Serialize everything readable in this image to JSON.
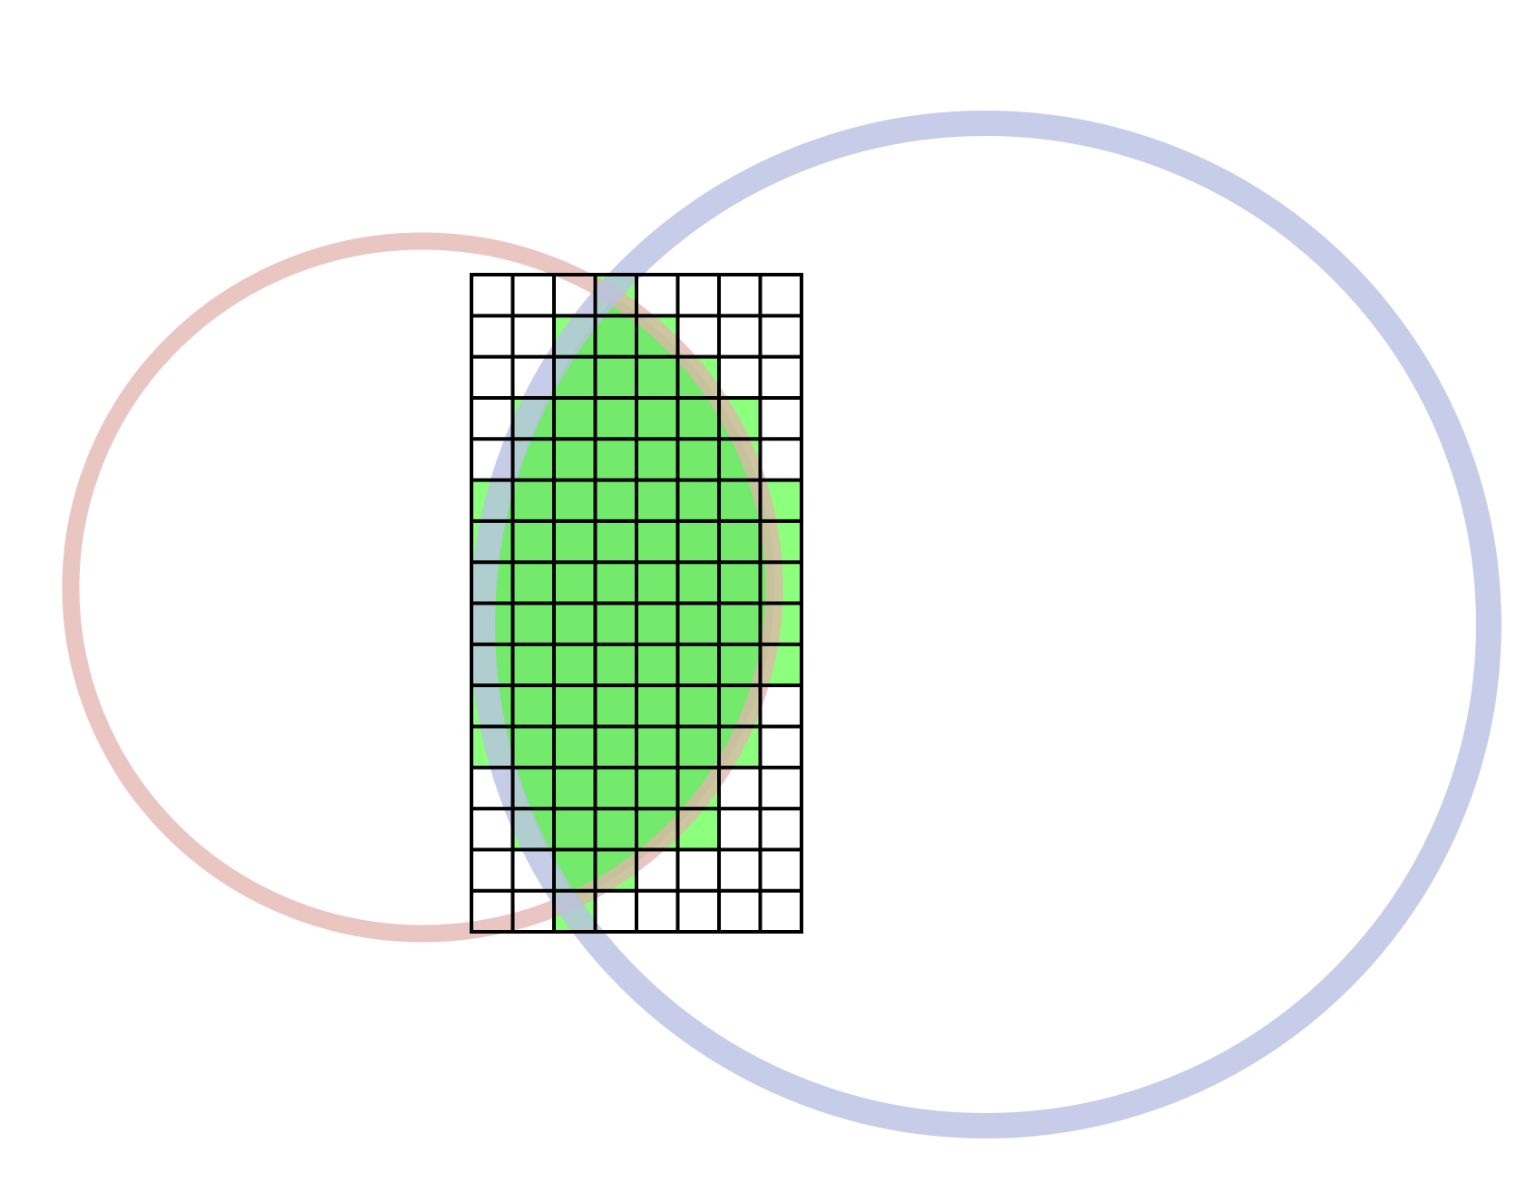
{
  "diagram": {
    "grid": {
      "columns": 8,
      "rows": 16,
      "filled_cells_per_row": [
        [
          3
        ],
        [
          2,
          3,
          4
        ],
        [
          2,
          3,
          4,
          5
        ],
        [
          1,
          2,
          3,
          4,
          5,
          6
        ],
        [
          1,
          2,
          3,
          4,
          5,
          6
        ],
        [
          0,
          1,
          2,
          3,
          4,
          5,
          6,
          7
        ],
        [
          0,
          1,
          2,
          3,
          4,
          5,
          6,
          7
        ],
        [
          0,
          1,
          2,
          3,
          4,
          5,
          6,
          7
        ],
        [
          0,
          1,
          2,
          3,
          4,
          5,
          6,
          7
        ],
        [
          0,
          1,
          2,
          3,
          4,
          5,
          6,
          7
        ],
        [
          0,
          1,
          2,
          3,
          4,
          5,
          6
        ],
        [
          0,
          1,
          2,
          3,
          4,
          5,
          6
        ],
        [
          1,
          2,
          3,
          4,
          5
        ],
        [
          1,
          2,
          3,
          4,
          5
        ],
        [
          2,
          3
        ],
        [
          2
        ]
      ],
      "cell_fill_color": "#8cff7c",
      "line_color": "#000000",
      "empty_cell_color": "#ffffff"
    },
    "small_circle": {
      "stroke_color": "#e3b3ad"
    },
    "large_circle": {
      "stroke_color": "#b9c1e4"
    },
    "overlap_region": {
      "fill_color": "#5fd95f"
    }
  }
}
